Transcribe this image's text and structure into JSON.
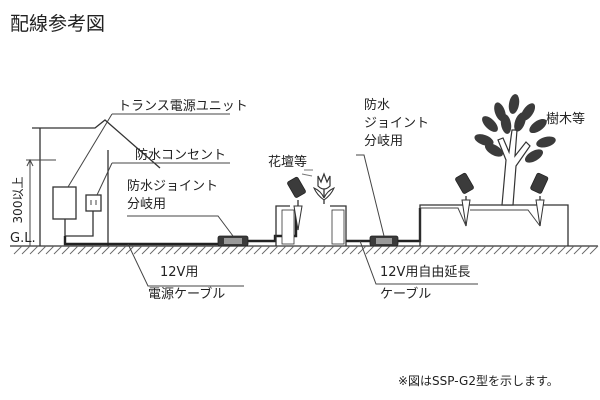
{
  "title": "配線参考図",
  "labels": {
    "transformer_unit": "トランス電源ユニット",
    "waterproof_outlet": "防水コンセント",
    "joint_left_line1": "防水ジョイント",
    "joint_left_line2": "分岐用",
    "flower_bed": "花壇等",
    "joint_right_line1": "防水",
    "joint_right_line2": "ジョイント",
    "joint_right_line3": "分岐用",
    "trees": "樹木等",
    "height_above_ground": "300以上",
    "ground_level": "G.L.",
    "cable_line1": "12V用",
    "cable_line2": "電源ケーブル",
    "extension_line1": "12V用自由延長",
    "extension_line2": "ケーブル"
  },
  "footnote": "※図はSSP-G2型を示します。",
  "colors": {
    "line": "#333333",
    "fill_dark": "#3b3b3b",
    "background": "#ffffff"
  }
}
